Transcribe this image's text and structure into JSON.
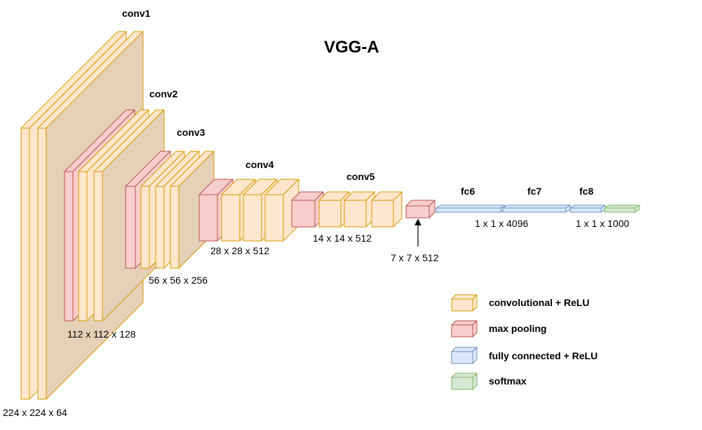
{
  "title": "VGG-A",
  "stages": {
    "conv1": "conv1",
    "conv2": "conv2",
    "conv3": "conv3",
    "conv4": "conv4",
    "conv5": "conv5",
    "fc6": "fc6",
    "fc7": "fc7",
    "fc8": "fc8"
  },
  "dims": {
    "d224": "224 x 224 x 64",
    "d112": "112 x 112 x 128",
    "d56": "56 x 56 x 256",
    "d28": "28 x 28 x 512",
    "d14": "14 x 14 x 512",
    "d7": "7 x 7 x 512",
    "d4096": "1 x 1 x 4096",
    "d1000": "1 x 1 x 1000"
  },
  "legend": [
    {
      "label": "convolutional + ReLU",
      "color": "#FFE6CC"
    },
    {
      "label": "max pooling",
      "color": "#F8CECC"
    },
    {
      "label": "fully connected + ReLU",
      "color": "#DAE8FC"
    },
    {
      "label": "softmax",
      "color": "#D5E8D4"
    }
  ],
  "colors": {
    "conv": "#FFE6CC",
    "conv_stroke": "#D79B00",
    "pool": "#F8CECC",
    "pool_stroke": "#B85450",
    "fc": "#DAE8FC",
    "fc_stroke": "#6C8EBF",
    "softmax": "#D5E8D4",
    "softmax_stroke": "#82B366",
    "side_shade": "#E6D0B8"
  }
}
